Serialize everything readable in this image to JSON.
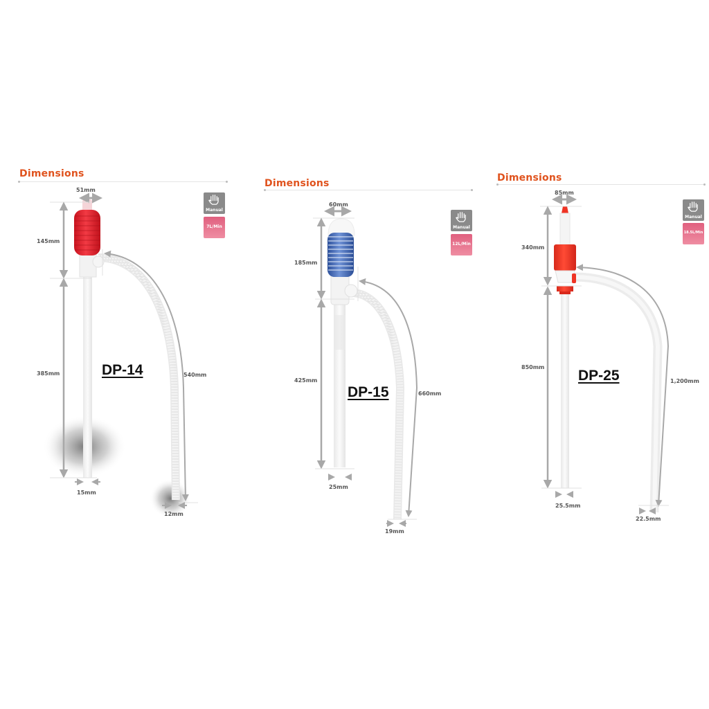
{
  "section_title": "Dimensions",
  "colors": {
    "title": "#e0531e",
    "dimension_arrow": "#a8a8a8",
    "manual_badge": "#8a8a8a",
    "flow_badge": "#e8718d",
    "dp14_bulb": "#e8212e",
    "dp15_bulb": "#3f66b3",
    "dp25_head": "#ef3324"
  },
  "products": [
    {
      "model": "DP-14",
      "title": "Dimensions",
      "badges": {
        "mode": "Manual",
        "mode_icon": "hand-icon",
        "flow_rate": "7L/Min"
      },
      "dimensions": {
        "head_width": "51mm",
        "head_height": "145mm",
        "tube_length": "385mm",
        "hose_length": "540mm",
        "tube_diameter": "15mm",
        "hose_diameter": "12mm"
      }
    },
    {
      "model": "DP-15",
      "title": "Dimensions",
      "badges": {
        "mode": "Manual",
        "mode_icon": "hand-icon",
        "flow_rate": "12L/Min"
      },
      "dimensions": {
        "head_width": "60mm",
        "head_height": "185mm",
        "tube_length": "425mm",
        "hose_length": "660mm",
        "tube_diameter": "25mm",
        "hose_diameter": "19mm"
      }
    },
    {
      "model": "DP-25",
      "title": "Dimensions",
      "badges": {
        "mode": "Manual",
        "mode_icon": "hand-icon",
        "flow_rate": "18.5L/Min"
      },
      "dimensions": {
        "head_width": "85mm",
        "head_height": "340mm",
        "tube_length": "850mm",
        "hose_length": "1,200mm",
        "tube_diameter": "25.5mm",
        "hose_diameter": "22.5mm"
      }
    }
  ]
}
